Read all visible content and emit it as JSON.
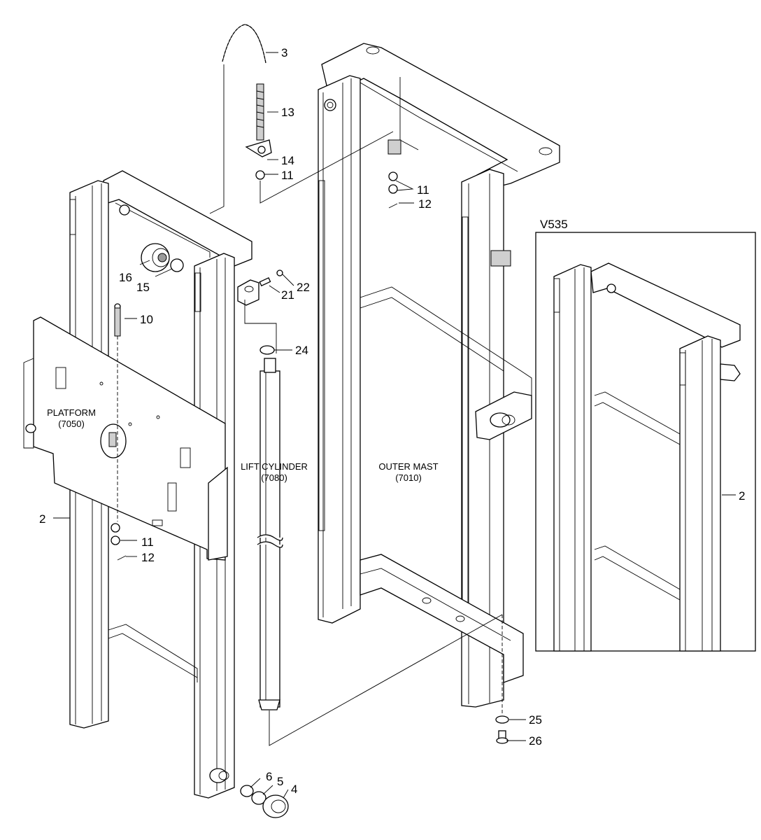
{
  "callouts": {
    "c3": "3",
    "c13": "13",
    "c14": "14",
    "c11_top": "11",
    "c11_right": "11",
    "c12_right": "12",
    "c16": "16",
    "c15": "15",
    "c10": "10",
    "c21": "21",
    "c22": "22",
    "c24": "24",
    "c2_left": "2",
    "c11_left": "11",
    "c12_left": "12",
    "c6": "6",
    "c5": "5",
    "c4": "4",
    "c25": "25",
    "c26": "26",
    "c2_inset": "2"
  },
  "labels": {
    "platform_name": "PLATFORM",
    "platform_code": "(7050)",
    "lift_cylinder_name": "LIFT CYLINDER",
    "lift_cylinder_code": "(7080)",
    "outer_mast_name": "OUTER MAST",
    "outer_mast_code": "(7010)"
  },
  "inset": {
    "title": "V535"
  }
}
